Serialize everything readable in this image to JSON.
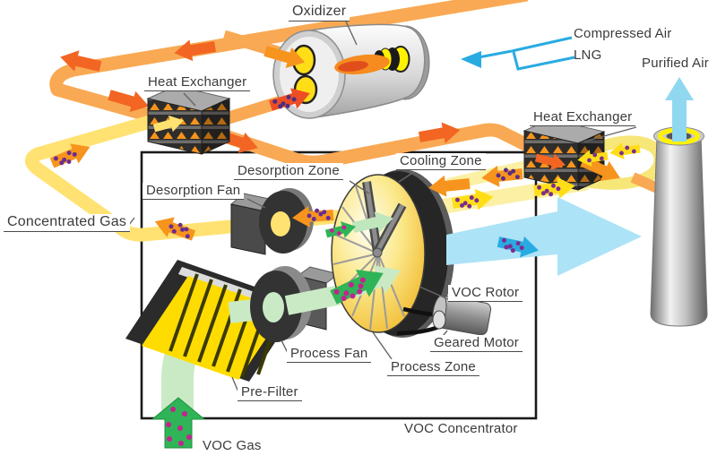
{
  "labels": {
    "oxidizer": "Oxidizer",
    "heat_exchanger_left": "Heat Exchanger",
    "compressed_air": "Compressed Air",
    "lng": "LNG",
    "purified_air": "Purified Air",
    "heat_exchanger_right": "Heat Exchanger",
    "concentrated_gas": "Concentrated Gas",
    "desorption_zone": "Desorption Zone",
    "desorption_fan": "Desorption Fan",
    "cooling_zone": "Cooling Zone",
    "voc_rotor": "VOC Rotor",
    "geared_motor": "Geared Motor",
    "process_zone": "Process Zone",
    "process_fan": "Process Fan",
    "pre_filter": "Pre-Filter",
    "voc_gas": "VOC Gas",
    "voc_concentrator": "VOC Concentrator"
  },
  "colors": {
    "hot_pipe_orange": "#F9A953",
    "arrow_orange": "#F26522",
    "dotted_orange": "#F7941D",
    "flame_orange": "#E8501F",
    "yellow_pipe": "#FFE271",
    "yellow_arrow": "#FFDE17",
    "pale_yellow": "#FBF0A3",
    "green": "#2FB457",
    "light_green": "#C9EAC5",
    "magenta_dot": "#C4238F",
    "purple_dot": "#6A2D91",
    "blue": "#29ABE2",
    "light_blue": "#ADE3F6",
    "yellow_ring": "#FFF200",
    "rotor_gold": "#F3BC2B"
  }
}
